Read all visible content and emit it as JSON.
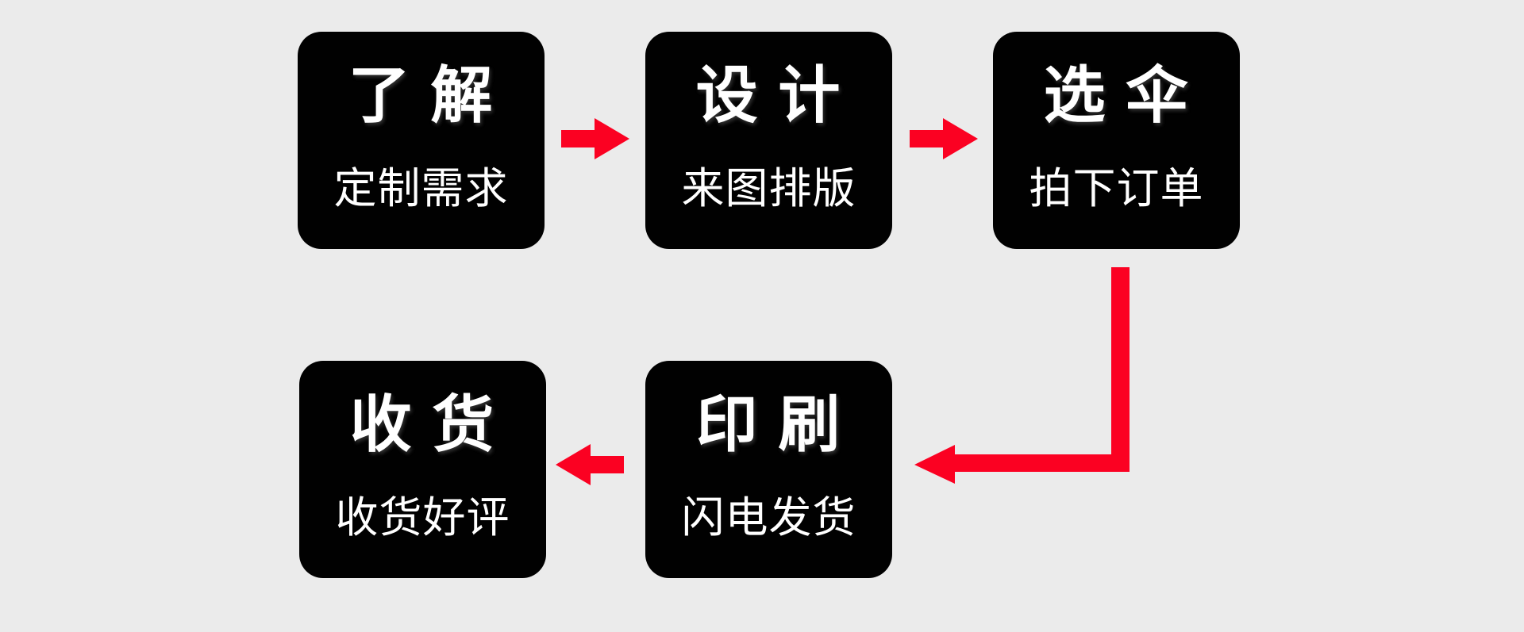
{
  "page": {
    "background": "#ebebeb"
  },
  "flow": {
    "accent_red": "#fb0122",
    "box_bg": "#010101",
    "box_text": "#ffffff",
    "steps": [
      {
        "title": "了 解",
        "subtitle": "定制需求"
      },
      {
        "title": "设 计",
        "subtitle": "来图排版"
      },
      {
        "title": "选 伞",
        "subtitle": "拍下订单"
      },
      {
        "title": "印 刷",
        "subtitle": "闪电发货"
      },
      {
        "title": "收 货",
        "subtitle": "收货好评"
      }
    ]
  }
}
